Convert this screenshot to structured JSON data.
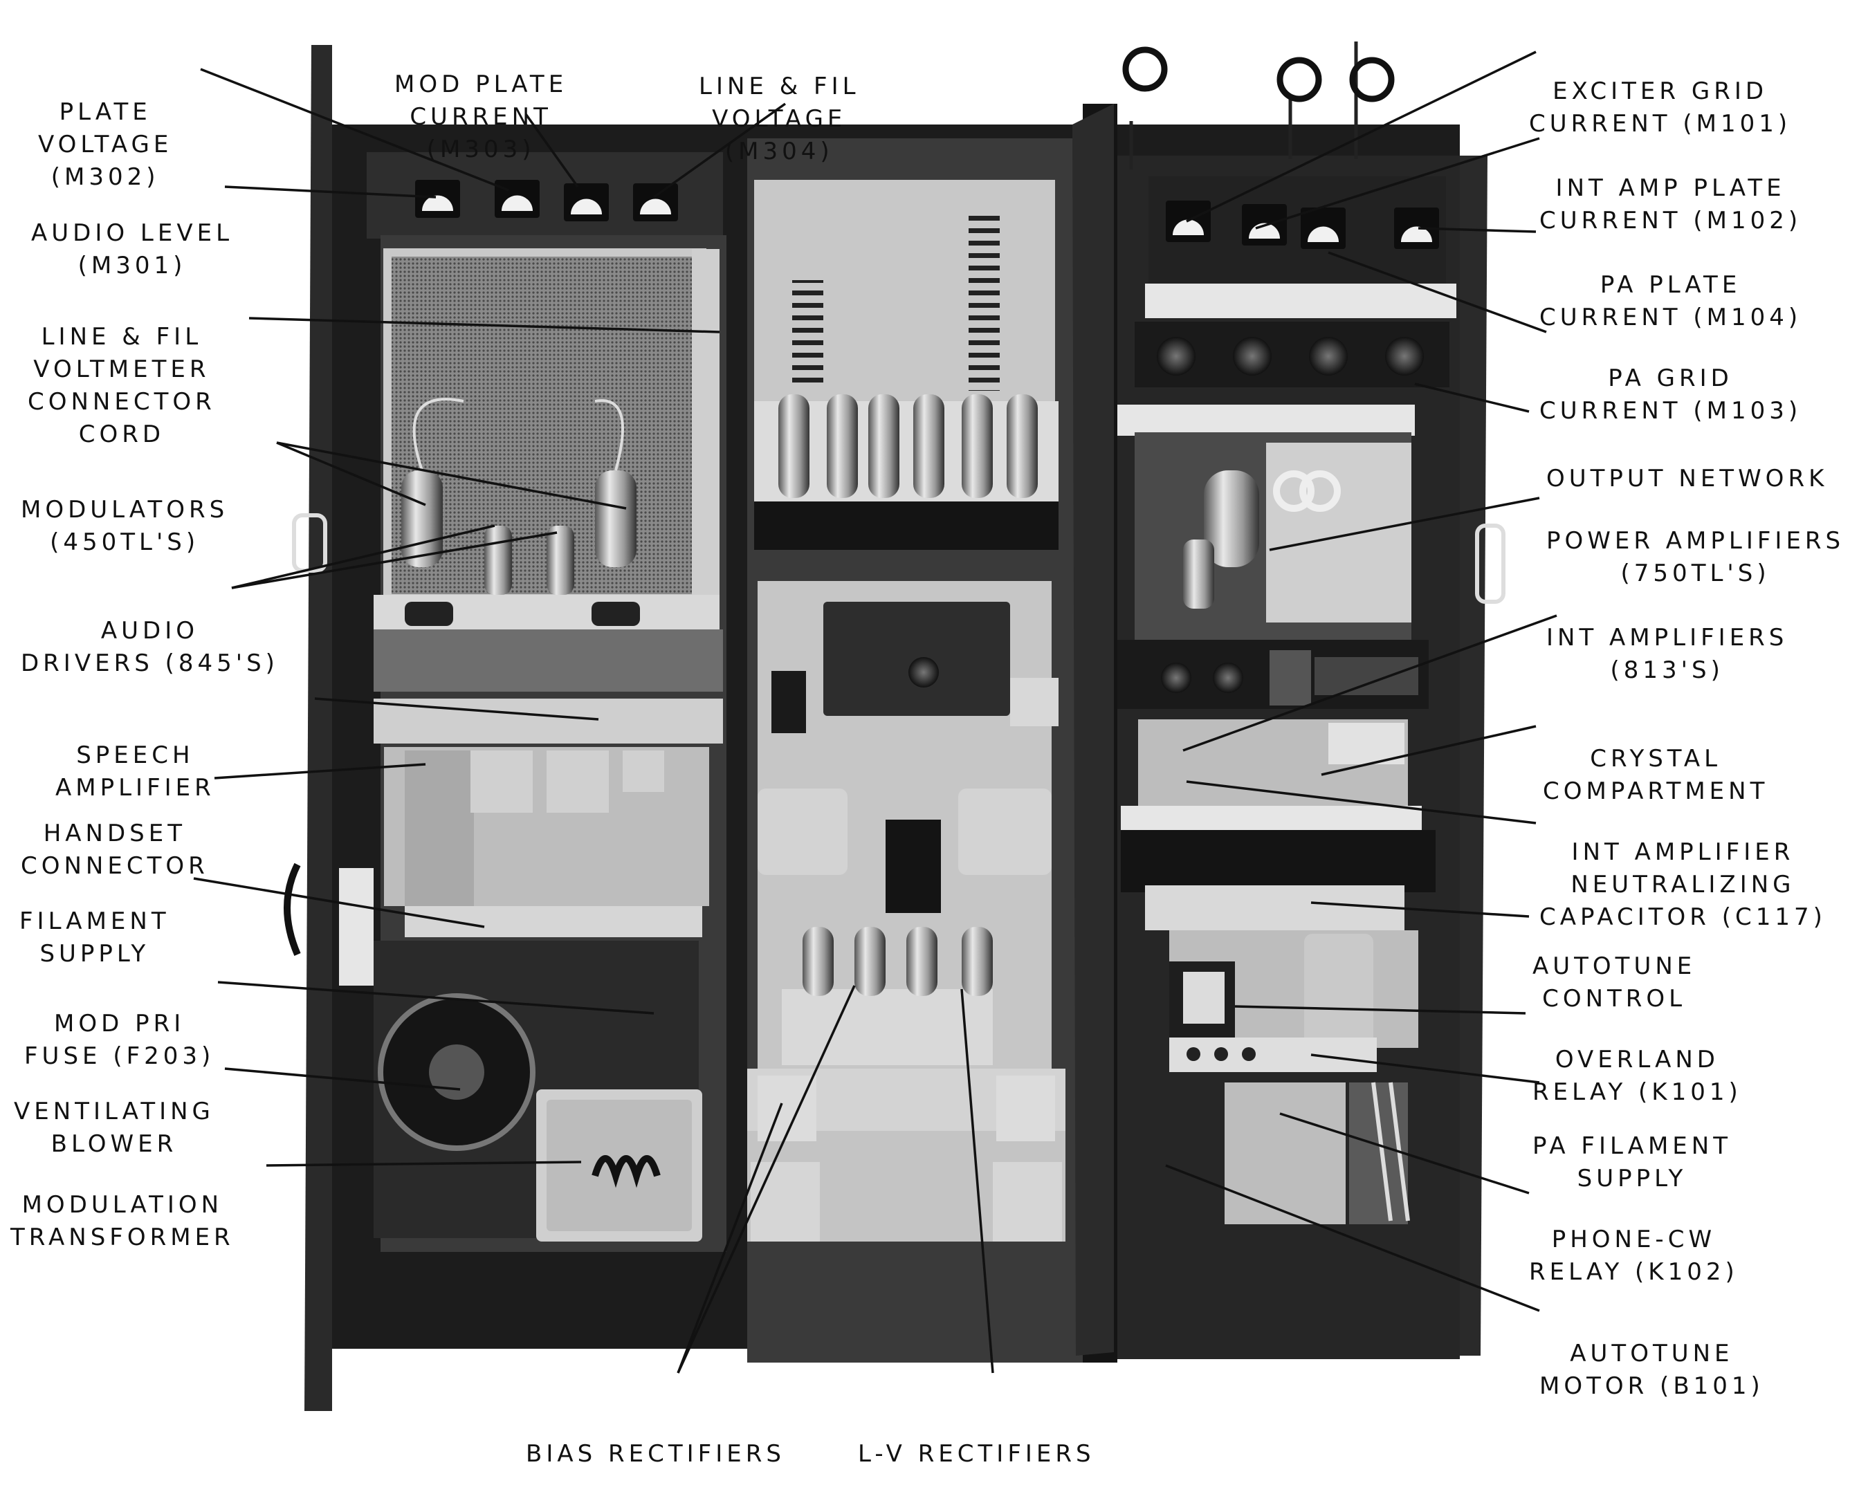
{
  "labels": {
    "plate_voltage": [
      "PLATE",
      "VOLTAGE",
      "(M302)"
    ],
    "mod_plate_current": [
      "MOD PLATE",
      "CURRENT",
      "(M303)"
    ],
    "line_fil_voltage": [
      "LINE & FIL",
      "VOLTAGE",
      "(M304)"
    ],
    "audio_level": [
      "AUDIO LEVEL",
      "(M301)"
    ],
    "line_fil_voltmeter": [
      "LINE & FIL",
      "VOLTMETER",
      "CONNECTOR",
      "CORD"
    ],
    "modulators": [
      "MODULATORS",
      "(450TL'S)"
    ],
    "audio_drivers": [
      "AUDIO",
      "DRIVERS (845'S)"
    ],
    "speech_amplifier": [
      "SPEECH",
      "AMPLIFIER"
    ],
    "handset_connector": [
      "HANDSET",
      "CONNECTOR"
    ],
    "filament_supply": [
      "FILAMENT",
      "SUPPLY"
    ],
    "mod_pri_fuse": [
      "MOD PRI",
      "FUSE (F203)"
    ],
    "ventilating_blower": [
      "VENTILATING",
      "BLOWER"
    ],
    "modulation_transformer": [
      "MODULATION",
      "TRANSFORMER"
    ],
    "bias_rectifiers": [
      "BIAS RECTIFIERS"
    ],
    "lv_rectifiers": [
      "L-V RECTIFIERS"
    ],
    "exciter_grid_current": [
      "EXCITER GRID",
      "CURRENT (M101)"
    ],
    "int_amp_plate_current": [
      "INT AMP PLATE",
      "CURRENT (M102)"
    ],
    "pa_plate_current": [
      "PA PLATE",
      "CURRENT (M104)"
    ],
    "pa_grid_current": [
      "PA GRID",
      "CURRENT (M103)"
    ],
    "output_network": [
      "OUTPUT NETWORK"
    ],
    "power_amplifiers": [
      "POWER AMPLIFIERS",
      "(750TL'S)"
    ],
    "int_amplifiers": [
      "INT AMPLIFIERS",
      "(813'S)"
    ],
    "crystal_compartment": [
      "CRYSTAL",
      "COMPARTMENT"
    ],
    "int_amplifier_neutralizing": [
      "INT AMPLIFIER",
      "NEUTRALIZING",
      "CAPACITOR (C117)"
    ],
    "autotune_control": [
      "AUTOTUNE",
      "CONTROL"
    ],
    "overland_relay": [
      "OVERLAND",
      "RELAY (K101)"
    ],
    "pa_filament_supply": [
      "PA FILAMENT",
      "SUPPLY"
    ],
    "phone_cw_relay": [
      "PHONE-CW",
      "RELAY (K102)"
    ],
    "autotune_motor": [
      "AUTOTUNE",
      "MOTOR (B101)"
    ]
  }
}
